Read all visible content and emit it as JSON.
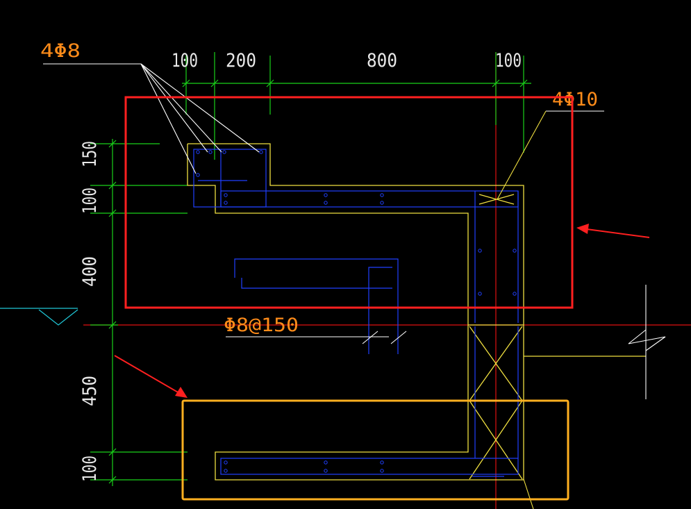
{
  "colors": {
    "background": "#000000",
    "dimension": "#19d219",
    "concrete_outline": "#f0e040",
    "rebar": "#2040ff",
    "axis": "#e01010",
    "leader": "#ffffff",
    "text_dim": "#e8e8e8",
    "text_label": "#ff8c1a",
    "highlight_red": "#ff2020",
    "highlight_orange": "#ffb020",
    "water_level": "#20c8d8"
  },
  "dimensions": {
    "top": [
      "100",
      "200",
      "800",
      "100"
    ],
    "left": [
      "150",
      "100",
      "400",
      "450",
      "100"
    ]
  },
  "labels": {
    "bars_top_left": "4Φ8",
    "bars_top_right": "4Φ10",
    "stirrups": "Φ8@150"
  },
  "icons": {
    "water_level": "triangle-water-level-icon",
    "break_line": "zigzag-break-line-icon"
  }
}
